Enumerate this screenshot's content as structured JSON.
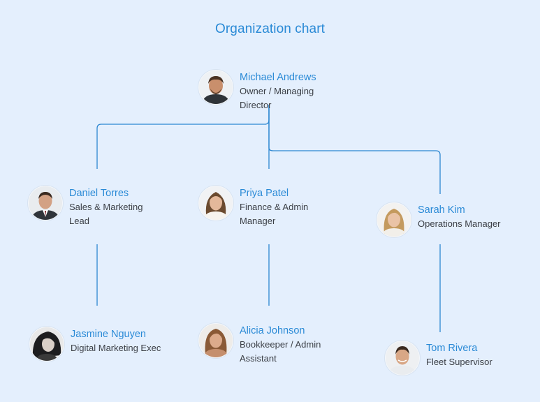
{
  "title": "Organization chart",
  "people": {
    "michael": {
      "name": "Michael Andrews",
      "role": "Owner / Managing Director"
    },
    "daniel": {
      "name": "Daniel Torres",
      "role": "Sales & Marketing Lead"
    },
    "priya": {
      "name": "Priya Patel",
      "role": "Finance & Admin Manager"
    },
    "sarah": {
      "name": "Sarah Kim",
      "role": "Operations Manager"
    },
    "jasmine": {
      "name": "Jasmine Nguyen",
      "role": "Digital Marketing Exec"
    },
    "alicia": {
      "name": "Alicia Johnson",
      "role": "Bookkeeper / Admin Assistant"
    },
    "tom": {
      "name": "Tom Rivera",
      "role": "Fleet Supervisor"
    }
  },
  "colors": {
    "background": "#e4effd",
    "accent": "#2a8ad6",
    "connector": "#2b86d1",
    "text": "#3b3f46"
  }
}
